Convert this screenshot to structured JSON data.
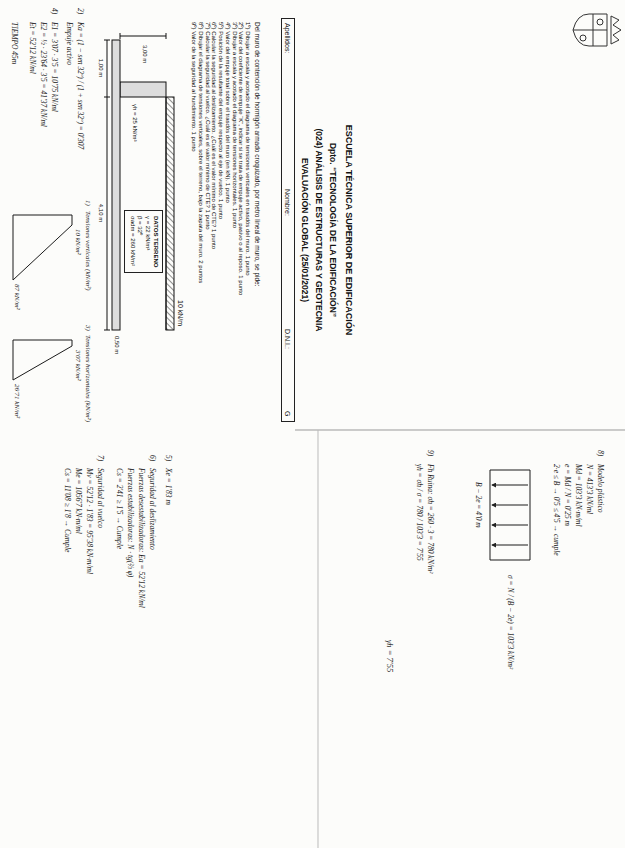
{
  "diagram": {
    "title": "ESCUELA TÉCNICA SUPERIOR DE EDIFICACIÓN",
    "nodes": [
      {
        "text": [
          "Apellidos:",
          "Nombre:",
          "D.N.I.:",
          "G"
        ]
      },
      {
        "text": [
          "DATOS TERRENO",
          "γ = 22 kN/m³",
          "β = 32º",
          "σadm = 260 kN/m²"
        ]
      }
    ],
    "labels": [
      "Dpto. “TECNOLOGÍA DE LA EDIFICACIÓN”",
      "(024) ANÁLISIS DE ESTRUCTURAS Y GEOTECNIA",
      "EVALUACIÓN GLOBAL (25/01/2021)",
      "Del muro de contención de hormigón armado croquizado, por metro lineal de muro, se pide:",
      "1º) Dibujar a escala y acotado el diagrama de tensiones verticales en trasdós del muro. 1 punto",
      "2º) Valor del coeficiente de empuje “K”, indicar si se trata de empuje activo, pasivo o al reposo. 1 punto",
      "3º) Dibujar a escala y acotado el diagrama de tensiones horizontales. 1 punto",
      "4º) Valor del empuje total sobre el trasdós del muro (en kN). 1 punto",
      "5º) Posición de la resultante del empuje respecto al eje de vuelco. 1 punto",
      "6º) Calcular la seguridad al deslizamiento. ¿Cuál es el valor mínimo de CTE? 1 punto",
      "7º) Calcular la seguridad al vuelco. ¿Cuál es el valor mínimo de CTE? 1 punto",
      "8º) Dibujar el diagrama de tensiones verticales, sobre el terreno, bajo la zapata del muro. 2 puntos",
      "9º) Valor de la seguridad al hundimiento. 1 punto",
      "10 kN/m",
      "1,00 m",
      "4,10 m",
      "3,00 m",
      "0,50 m",
      "γh = 25 kN/m³",
      "2)",
      "Ka = (1 − sen 32º) / (1 + sen 32º) = 0'307",
      "Empuje activo",
      "4)",
      "E1 = 3'07 · 3'5 = 10'75 kN/ml",
      "E2 = ½ · 23'64 · 3'5 = 41'37 kN/ml",
      "Et = 52'12 kN/ml",
      "TIEMPO 45m",
      "1)",
      "Tensiones verticales (kN/m²)",
      "3)",
      "Tensiones horizontales (kN/m²)",
      "10 kN/m²",
      "87 kN/m²",
      "3'07 kN/m²",
      "26'71 kN/m²",
      "5)",
      "Xe = 1'83 m",
      "6)",
      "Seguridad al deslizamiento",
      "Fuerzas desestabilizadoras: Ea = 52'12 kN/ml",
      "Fuerzas estabilizadoras: N · tg(⅔ φ)",
      "Cs = 2'41 ≥ 1'5 → Cumple",
      "7)",
      "Seguridad al vuelco",
      "Mv = 52'12 · 1'83 = 95'38 kN·m/ml",
      "Me = 1056'7 kN·m/ml",
      "Cs = 11'08 ≥ 1'8 → Cumple",
      "8)",
      "Modelo plástico",
      "N = 413'3 kN/ml",
      "Md = 103'3 kN·m/ml",
      "e = Md / N = 0'25 m",
      "2·e ≤ B → 0'5 ≤ 4'5 → cumple",
      "B − 2e = 4'0 m",
      "σ = N / (B − 2e) = 103'3 kN/m²",
      "9)",
      "Fh Ruina: σh = 260 · 3 = 780 kN/m²",
      "γh = σh / σ = 780 / 103'3 = 7'55",
      "γh = 7'55"
    ]
  }
}
